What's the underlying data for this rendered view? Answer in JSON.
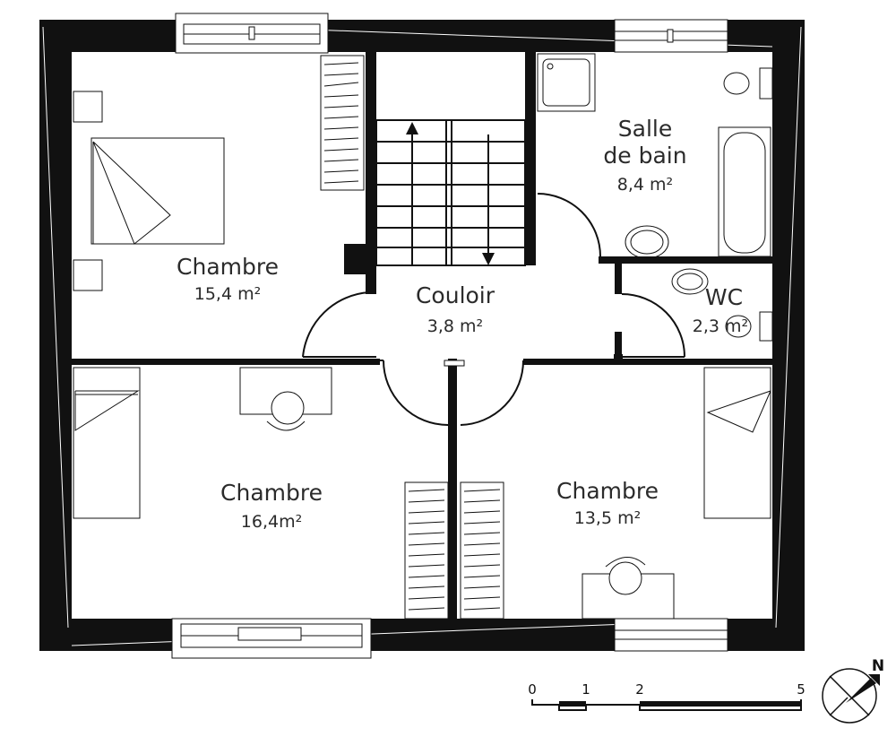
{
  "rooms": [
    {
      "id": "chambre-nw",
      "label": "Chambre",
      "area": "15,4 m²"
    },
    {
      "id": "couloir",
      "label": "Couloir",
      "area": "3,8 m²"
    },
    {
      "id": "salle-de-bain",
      "label_lines": [
        "Salle",
        "de bain"
      ],
      "area": "8,4 m²"
    },
    {
      "id": "wc",
      "label": "WC",
      "area": "2,3 m²"
    },
    {
      "id": "chambre-sw",
      "label": "Chambre",
      "area": "16,4m²"
    },
    {
      "id": "chambre-se",
      "label": "Chambre",
      "area": "13,5 m²"
    }
  ],
  "scale_bar": {
    "ticks": [
      "0",
      "1",
      "2",
      "5"
    ]
  },
  "north": {
    "label": "N"
  }
}
